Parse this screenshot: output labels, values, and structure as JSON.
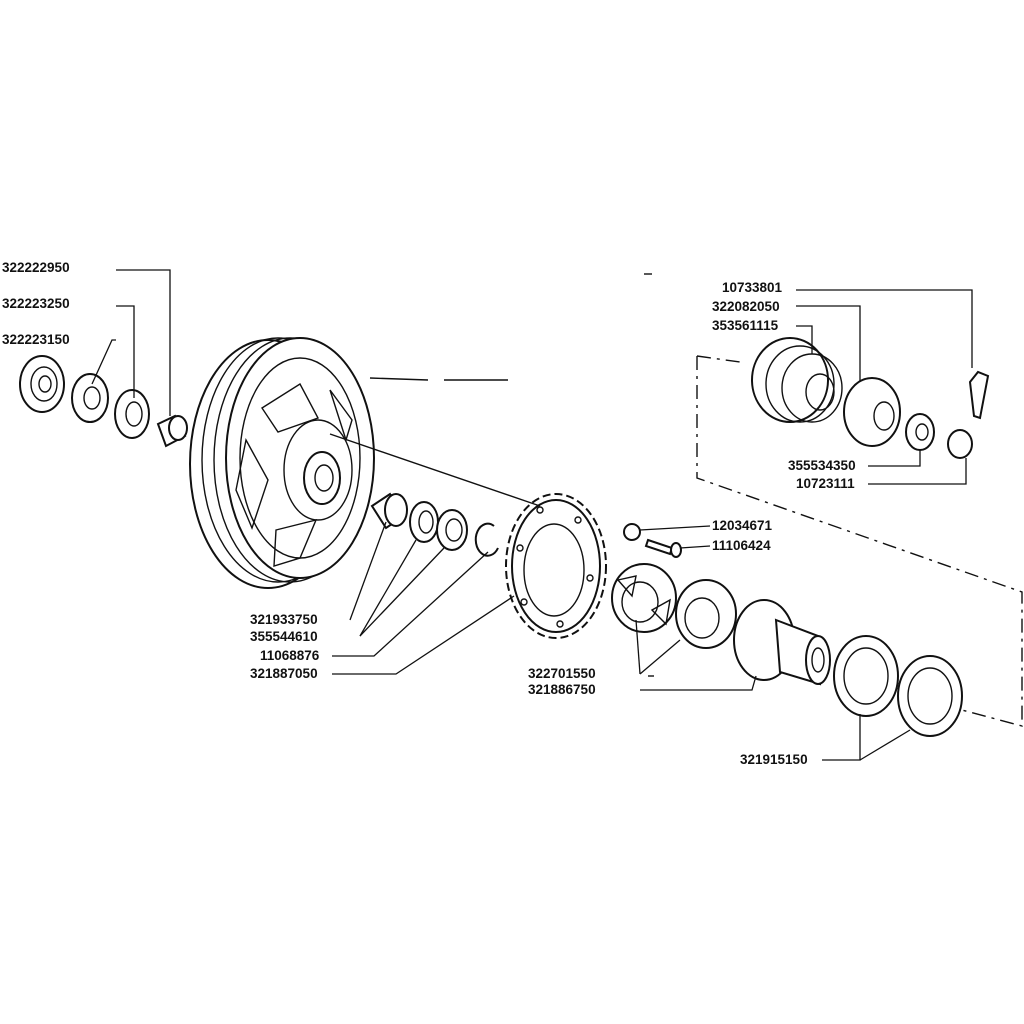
{
  "labels": {
    "p322222950": "322222950",
    "p322223250": "322223250",
    "p322223150": "322223150",
    "p10733801": "10733801",
    "p322082050": "322082050",
    "p353561115": "353561115",
    "p355534350": "355534350",
    "p10723111": "10723111",
    "p12034671": "12034671",
    "p11106424": "11106424",
    "p321933750": "321933750",
    "p355544610": "355544610",
    "p11068876": "11068876",
    "p321887050": "321887050",
    "p322701550": "322701550",
    "p321886750": "321886750",
    "p321915150": "321915150"
  }
}
